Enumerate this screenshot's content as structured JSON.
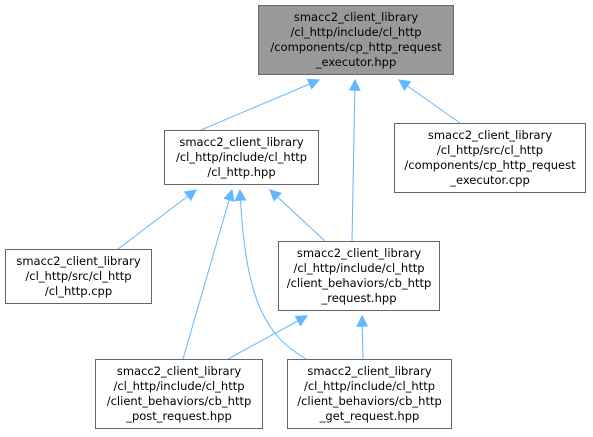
{
  "nodes": [
    {
      "id": "n0",
      "current": true,
      "lines": [
        "smacc2_client_library",
        "/cl_http/include/cl_http",
        "/components/cp_http_request",
        "_executor.hpp"
      ]
    },
    {
      "id": "n1",
      "current": false,
      "lines": [
        "smacc2_client_library",
        "/cl_http/include/cl_http",
        "/cl_http.hpp"
      ]
    },
    {
      "id": "n2",
      "current": false,
      "lines": [
        "smacc2_client_library",
        "/cl_http/src/cl_http",
        "/components/cp_http_request",
        "_executor.cpp"
      ]
    },
    {
      "id": "n3",
      "current": false,
      "lines": [
        "smacc2_client_library",
        "/cl_http/src/cl_http",
        "/cl_http.cpp"
      ]
    },
    {
      "id": "n4",
      "current": false,
      "lines": [
        "smacc2_client_library",
        "/cl_http/include/cl_http",
        "/client_behaviors/cb_http",
        "_request.hpp"
      ]
    },
    {
      "id": "n5",
      "current": false,
      "lines": [
        "smacc2_client_library",
        "/cl_http/include/cl_http",
        "/client_behaviors/cb_http",
        "_post_request.hpp"
      ]
    },
    {
      "id": "n6",
      "current": false,
      "lines": [
        "smacc2_client_library",
        "/cl_http/include/cl_http",
        "/client_behaviors/cb_http",
        "_get_request.hpp"
      ]
    }
  ],
  "edges": [
    {
      "from": "n1",
      "to": "n0"
    },
    {
      "from": "n4",
      "to": "n0"
    },
    {
      "from": "n2",
      "to": "n0"
    },
    {
      "from": "n3",
      "to": "n1"
    },
    {
      "from": "n4",
      "to": "n1"
    },
    {
      "from": "n5",
      "to": "n1"
    },
    {
      "from": "n6",
      "to": "n1"
    },
    {
      "from": "n5",
      "to": "n4"
    },
    {
      "from": "n6",
      "to": "n4"
    }
  ],
  "colors": {
    "edge": "#63b8ff",
    "node_border": "#666666",
    "node_fill": "#ffffff",
    "current_fill": "#999999"
  }
}
